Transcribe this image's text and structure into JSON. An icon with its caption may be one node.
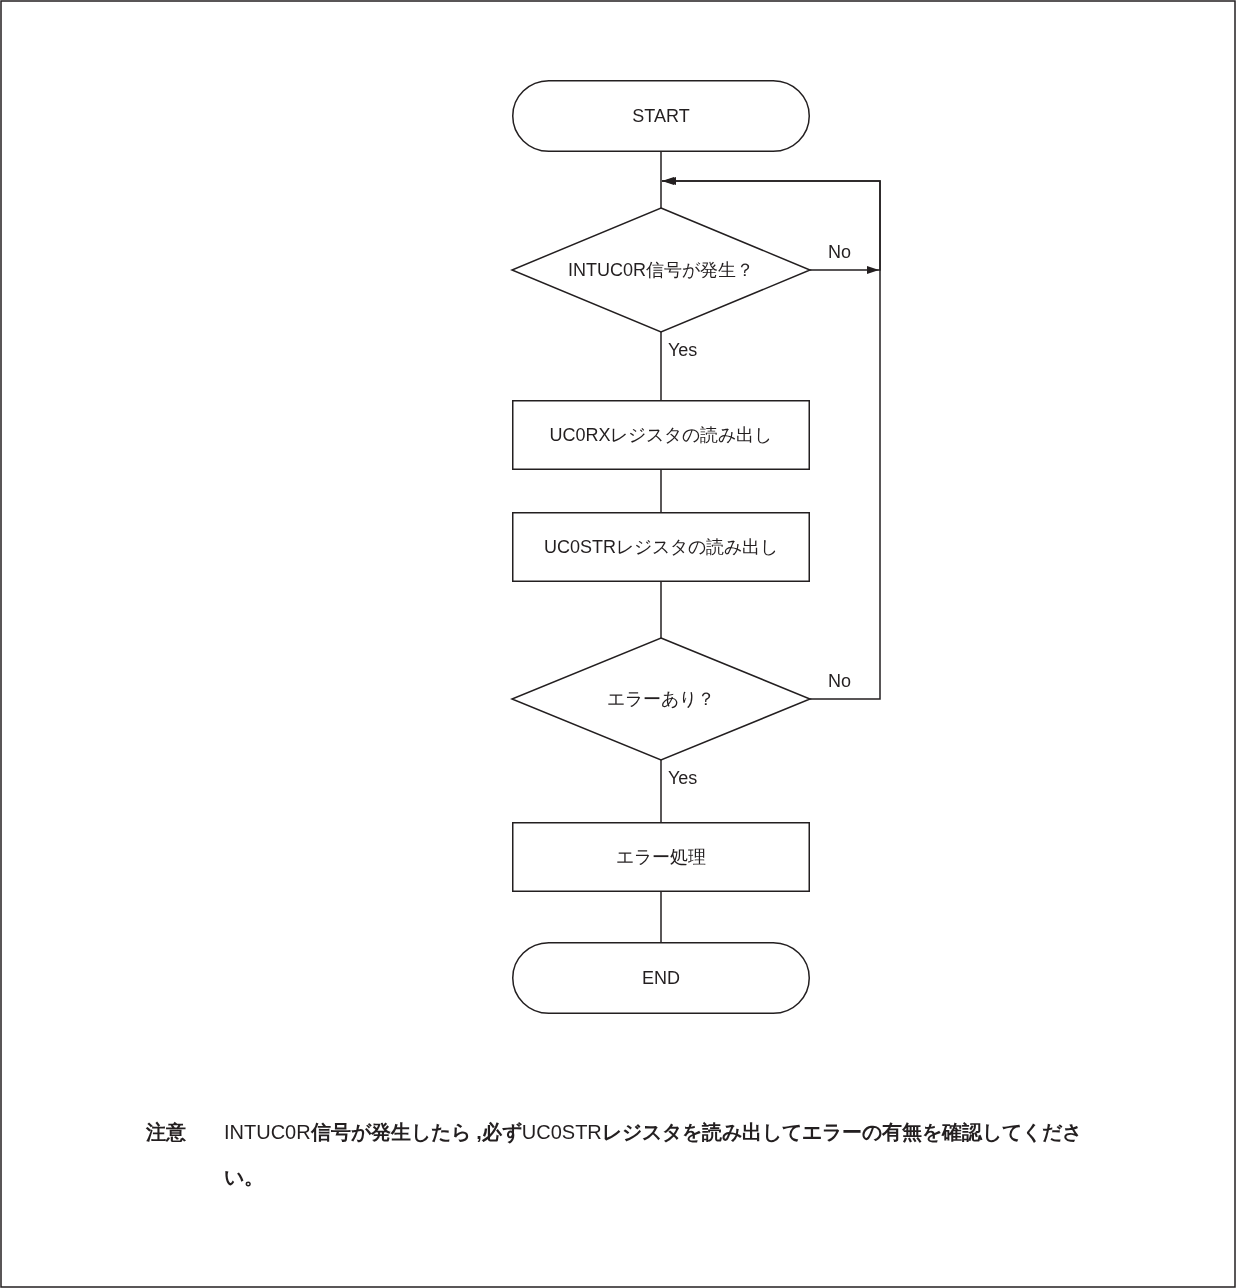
{
  "diagram": {
    "nodes": [
      {
        "text": [
          "START"
        ]
      },
      {
        "text": [
          "INTUC0R信号が発生？"
        ]
      },
      {
        "text": [
          "UC0RXレジスタの読み出し"
        ]
      },
      {
        "text": [
          "UC0STRレジスタの読み出し"
        ]
      },
      {
        "text": [
          "エラーあり？"
        ]
      },
      {
        "text": [
          "エラー処理"
        ]
      },
      {
        "text": [
          "END"
        ]
      }
    ],
    "edges": [
      {
        "from": 0,
        "to": 1,
        "arrow": "none"
      },
      {
        "from": 1,
        "to": 1,
        "arrow": "to",
        "label": "No"
      },
      {
        "from": 1,
        "to": 2,
        "arrow": "none",
        "label": "Yes"
      },
      {
        "from": 2,
        "to": 3,
        "arrow": "none"
      },
      {
        "from": 3,
        "to": 4,
        "arrow": "none"
      },
      {
        "from": 4,
        "to": 1,
        "arrow": "to",
        "label": "No"
      },
      {
        "from": 4,
        "to": 5,
        "arrow": "none",
        "label": "Yes"
      },
      {
        "from": 5,
        "to": 6,
        "arrow": "none"
      }
    ],
    "labels": [
      "注意",
      "INTUC0R**信号が発生したら ,必ず**UC0STR**レジスタを読み出してエラーの有無を確認してください。**"
    ]
  }
}
